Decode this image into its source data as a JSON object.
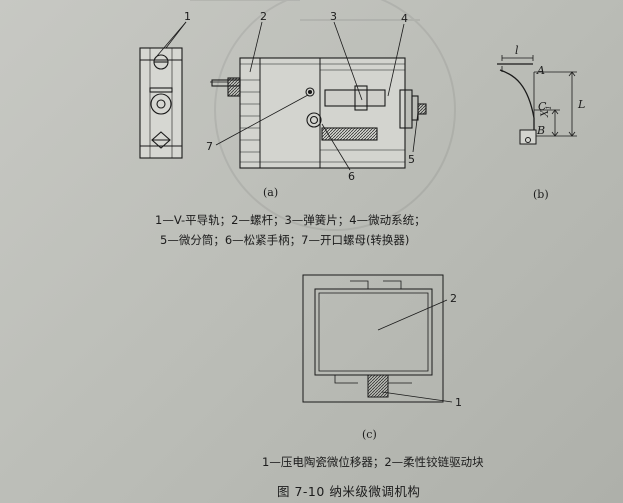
{
  "figure_title": "图 7-10   纳米级微调机构",
  "subfig_a": {
    "label": "(a)",
    "callouts": [
      "1",
      "2",
      "3",
      "4",
      "5",
      "6",
      "7"
    ],
    "legend_line1": "1—V-平导轨；2—螺杆；3—弹簧片；4—微动系统；",
    "legend_line2": "5—微分筒；6—松紧手柄；7—开口螺母(转换器)"
  },
  "subfig_b": {
    "label": "(b)",
    "dim_l": "l",
    "point_A": "A",
    "point_C": "C",
    "point_B": "B",
    "dim_L": "L",
    "dim_X1": "X",
    "dim_X1_sub": "1"
  },
  "subfig_c": {
    "label": "(c)",
    "callouts": [
      "2",
      "1"
    ],
    "legend": "1—压电陶瓷微位移器；2—柔性铰链驱动块"
  }
}
